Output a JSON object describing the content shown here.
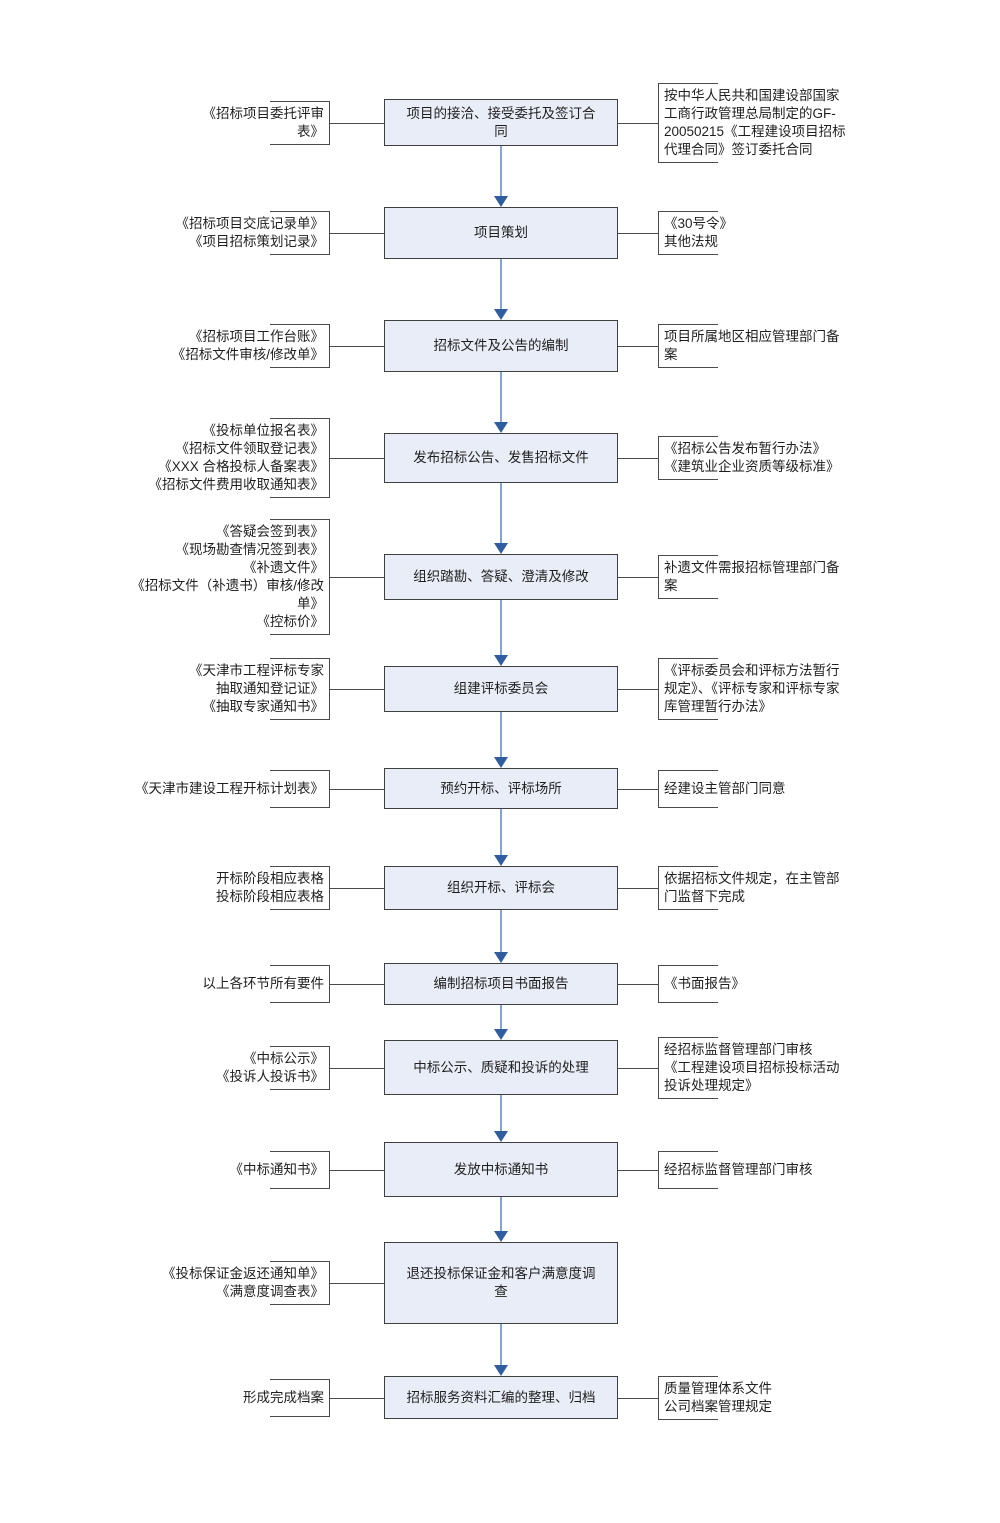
{
  "figure_type": "flowchart",
  "colors": {
    "node_fill": "#e9edf7",
    "node_border": "#3f3f3f",
    "connector": "#4a4a4a",
    "bracket": "#4a4a4a",
    "arrow_stem": "#84a3d6",
    "arrow_head": "#2f5d9e",
    "text": "#1f1f1f"
  },
  "rows": [
    {
      "left": "《招标项目委托评审表》",
      "box": "项目的接洽、接受委托及签订合同",
      "right": "按中华人民共和国建设部国家工商行政管理总局制定的GF-20050215《工程建设项目招标代理合同》签订委托合同"
    },
    {
      "left": "《招标项目交底记录单》\n《项目招标策划记录》",
      "box": "项目策划",
      "right": "《30号令》\n其他法规"
    },
    {
      "left": "《招标项目工作台账》\n《招标文件审核/修改单》",
      "box": "招标文件及公告的编制",
      "right": "项目所属地区相应管理部门备案"
    },
    {
      "left": "《投标单位报名表》\n《招标文件领取登记表》\n《XXX 合格投标人备案表》\n《招标文件费用收取通知表》",
      "box": "发布招标公告、发售招标文件",
      "right": "《招标公告发布暂行办法》\n《建筑业企业资质等级标准》"
    },
    {
      "left": "《答疑会签到表》\n《现场勘查情况签到表》\n《补遗文件》\n《招标文件（补遗书）审核/修改单》\n《控标价》",
      "box": "组织踏勘、答疑、澄清及修改",
      "right": "补遗文件需报招标管理部门备案"
    },
    {
      "left": "《天津市工程评标专家抽取通知登记证》\n《抽取专家通知书》",
      "box": "组建评标委员会",
      "right": "《评标委员会和评标方法暂行规定》、《评标专家和评标专家库管理暂行办法》"
    },
    {
      "left": "《天津市建设工程开标计划表》",
      "box": "预约开标、评标场所",
      "right": "经建设主管部门同意"
    },
    {
      "left": "开标阶段相应表格\n投标阶段相应表格",
      "box": "组织开标、评标会",
      "right": "依据招标文件规定，在主管部门监督下完成"
    },
    {
      "left": "以上各环节所有要件",
      "box": "编制招标项目书面报告",
      "right": "《书面报告》"
    },
    {
      "left": "《中标公示》\n《投诉人投诉书》",
      "box": "中标公示、质疑和投诉的处理",
      "right": "经招标监督管理部门审核\n《工程建设项目招标投标活动投诉处理规定》"
    },
    {
      "left": "《中标通知书》",
      "box": "发放中标通知书",
      "right": "经招标监督管理部门审核"
    },
    {
      "left": "《投标保证金返还通知单》\n《满意度调查表》",
      "box": "退还投标保证金和客户满意度调查",
      "right": null
    },
    {
      "left": "形成完成档案",
      "box": "招标服务资料汇编的整理、归档",
      "right": "质量管理体系文件\n公司档案管理规定"
    }
  ]
}
